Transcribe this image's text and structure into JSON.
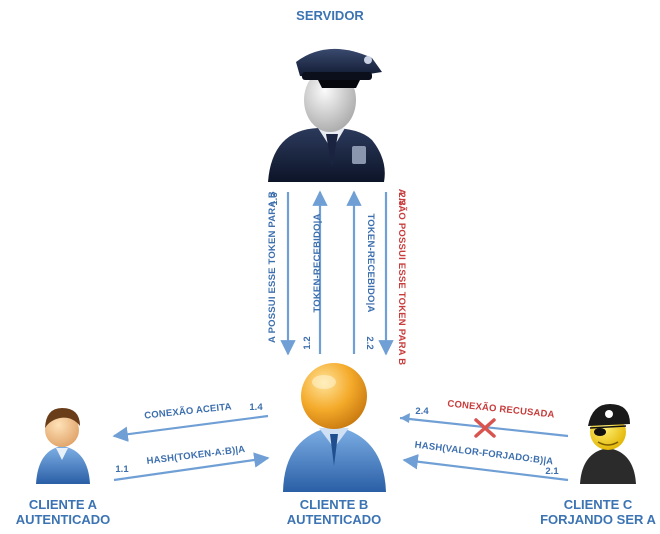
{
  "nodes": {
    "servidor": "SERVIDOR",
    "cliente_a": [
      "CLIENTE A",
      "AUTENTICADO"
    ],
    "cliente_b": [
      "CLIENTE B",
      "AUTENTICADO"
    ],
    "cliente_c": [
      "CLIENTE C",
      "FORJANDO SER A"
    ]
  },
  "messages": {
    "m1_1": {
      "step": "1.1",
      "text": "HASH(TOKEN-A:B)|A"
    },
    "m1_2": {
      "step": "1.2",
      "text": "TOKEN-RECEBIDO|A"
    },
    "m1_3": {
      "step": "1.3",
      "text": "A POSSUI ESSE TOKEN PARA B"
    },
    "m1_4": {
      "step": "1.4",
      "text": "CONEXÃO ACEITA"
    },
    "m2_1": {
      "step": "2.1",
      "text": "HASH(VALOR-FORJADO:B)|A"
    },
    "m2_2": {
      "step": "2.2",
      "text": "TOKEN-RECEBIDO|A"
    },
    "m2_3": {
      "step": "2.3",
      "text": "A NÃO POSSUI ESSE TOKEN PARA B"
    },
    "m2_4": {
      "step": "2.4",
      "text": "CONEXÃO RECUSADA"
    }
  },
  "colors": {
    "arrow_blue": "#6f9fd4",
    "label_blue": "#3d6fae",
    "label_red": "#c83c3c",
    "x_mark": "#d9534f"
  },
  "icons": {
    "server": "police-officer-icon",
    "client_a": "user-icon",
    "client_b": "user-icon",
    "client_c": "pirate-user-icon",
    "refused": "x-mark-icon"
  }
}
